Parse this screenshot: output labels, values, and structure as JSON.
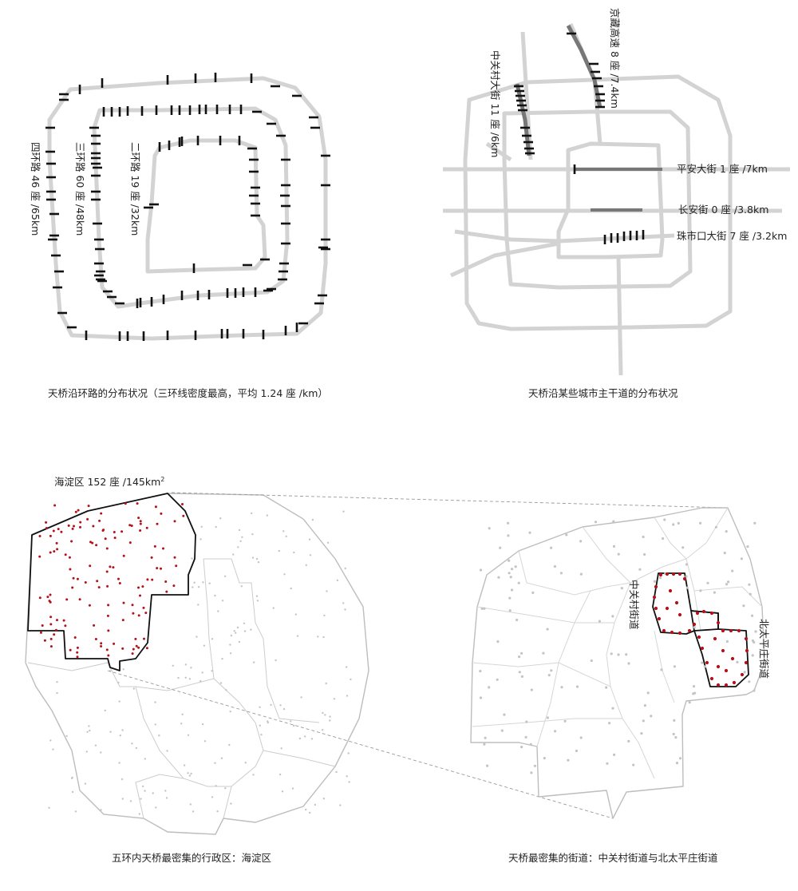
{
  "panels": {
    "ring_roads": {
      "caption": "天桥沿环路的分布状况（三环线密度最高，平均 1.24 座 /km）",
      "labels": {
        "fourth": "四环路 46 座 /65km",
        "third": "三环路 60 座 /48km",
        "second": "二环路 19 座 /32km"
      }
    },
    "arterials": {
      "caption": "天桥沿某些城市主干道的分布状况",
      "labels": {
        "jingzang": "京藏高速 8 座 /7.4km",
        "zhongguancun": "中关村大街 11 座 /6km",
        "pinganlu": "平安大街 1 座 /7km",
        "changan": "长安街 0 座 /3.8km",
        "zhushikou": "珠市口大街 7 座 /3.2km"
      }
    },
    "district": {
      "caption": "五环内天桥最密集的行政区：海淀区",
      "label_main": "海淀区 152 座 /145km",
      "label_sup": "2"
    },
    "streets": {
      "caption": "天桥最密集的街道：中关村街道与北太平庄街道",
      "label_zgc": "中关村街道",
      "label_btp": "北太平庄街道"
    }
  },
  "colors": {
    "road": "#d3d3d3",
    "tick": "#111111",
    "highlight_road": "#777777",
    "district_line": "#bdbdbd",
    "dot_grey": "#c4c4c4",
    "dot_red": "#b3121a",
    "outline": "#111111"
  }
}
